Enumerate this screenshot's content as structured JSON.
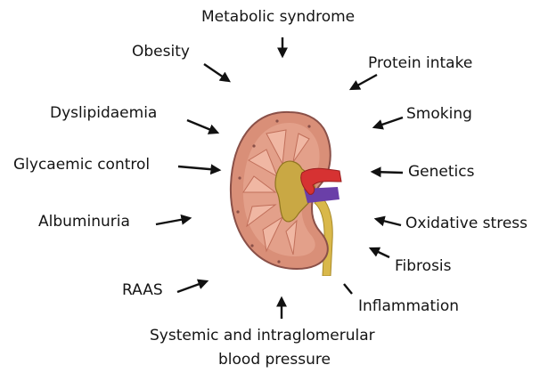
{
  "diagram": {
    "factors": {
      "metabolic_syndrome": "Metabolic syndrome",
      "obesity": "Obesity",
      "protein_intake": "Protein intake",
      "dyslipidaemia": "Dyslipidaemia",
      "smoking": "Smoking",
      "glycaemic_control": "Glycaemic control",
      "genetics": "Genetics",
      "albuminuria": "Albuminuria",
      "oxidative_stress": "Oxidative stress",
      "fibrosis": "Fibrosis",
      "raas": "RAAS",
      "inflammation": "Inflammation",
      "bp_line1": "Systemic and intraglomerular",
      "bp_line2": "blood pressure"
    },
    "center_icon": "kidney-illustration",
    "colors": {
      "text": "#141414",
      "arrow": "#111111",
      "kidney_cortex": "#d98f78",
      "kidney_outline": "#8a5048",
      "pyramids": "#e8a58f",
      "pelvis": "#c9a844",
      "ureter": "#d9b84a",
      "artery": "#d63232",
      "vein": "#6a3fa8"
    }
  }
}
